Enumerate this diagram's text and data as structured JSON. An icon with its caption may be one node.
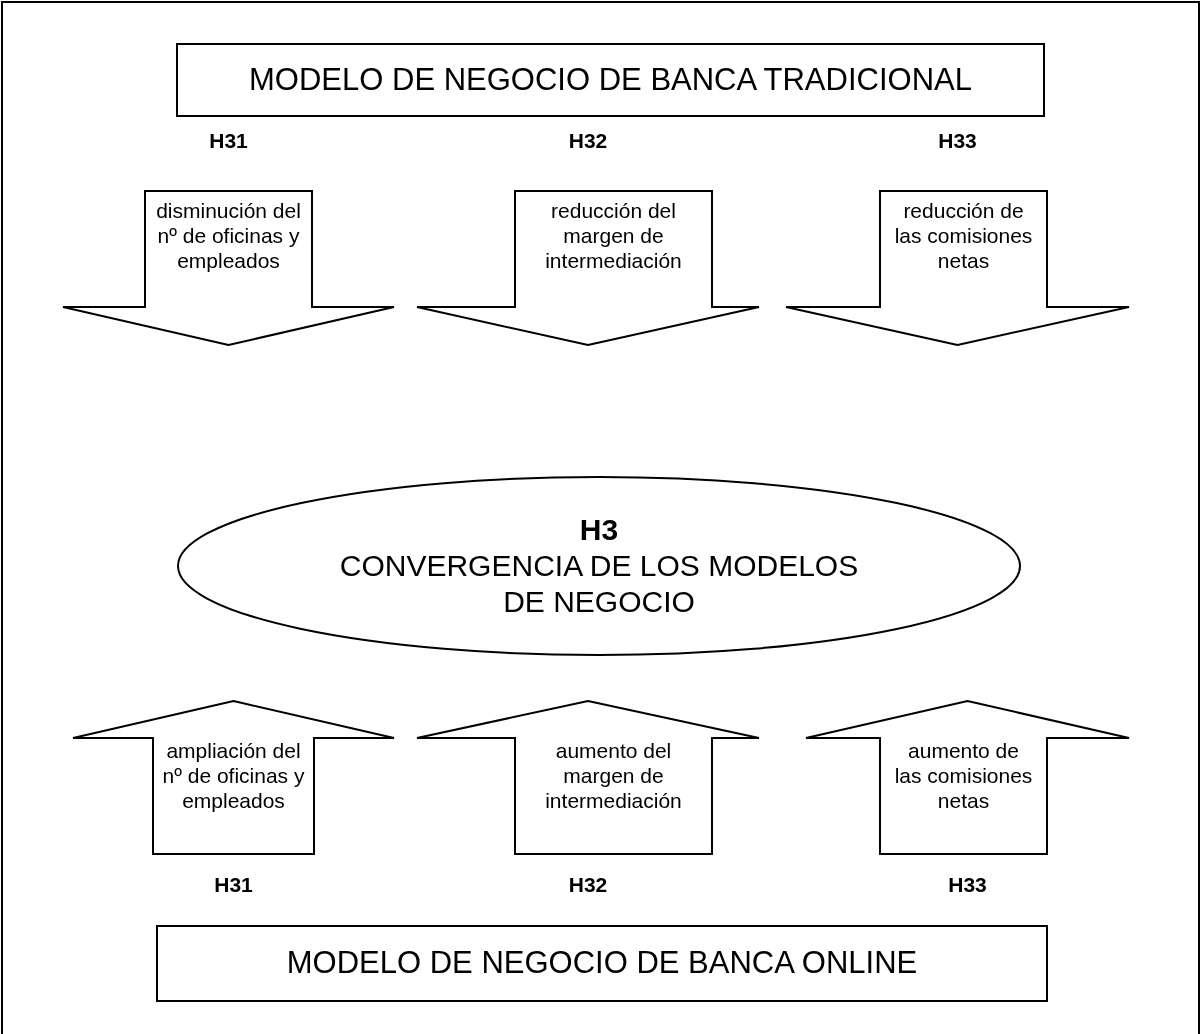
{
  "diagram": {
    "nodes": [
      {
        "text": [
          "MODELO DE NEGOCIO DE BANCA TRADICIONAL"
        ]
      },
      {
        "text": [
          "H31",
          "disminución del nº de oficinas y empleados"
        ]
      },
      {
        "text": [
          "H32",
          "reducción del margen de intermediación"
        ]
      },
      {
        "text": [
          "H33",
          "reducción de las comisiones netas"
        ]
      },
      {
        "text": [
          "H3",
          "CONVERGENCIA DE LOS MODELOS DE NEGOCIO"
        ]
      },
      {
        "text": [
          "ampliación del nº de oficinas y empleados",
          "H31"
        ]
      },
      {
        "text": [
          "aumento del margen de intermediación",
          "H32"
        ]
      },
      {
        "text": [
          "aumento de las comisiones netas",
          "H33"
        ]
      },
      {
        "text": [
          "MODELO DE NEGOCIO DE BANCA ONLINE"
        ]
      }
    ]
  }
}
